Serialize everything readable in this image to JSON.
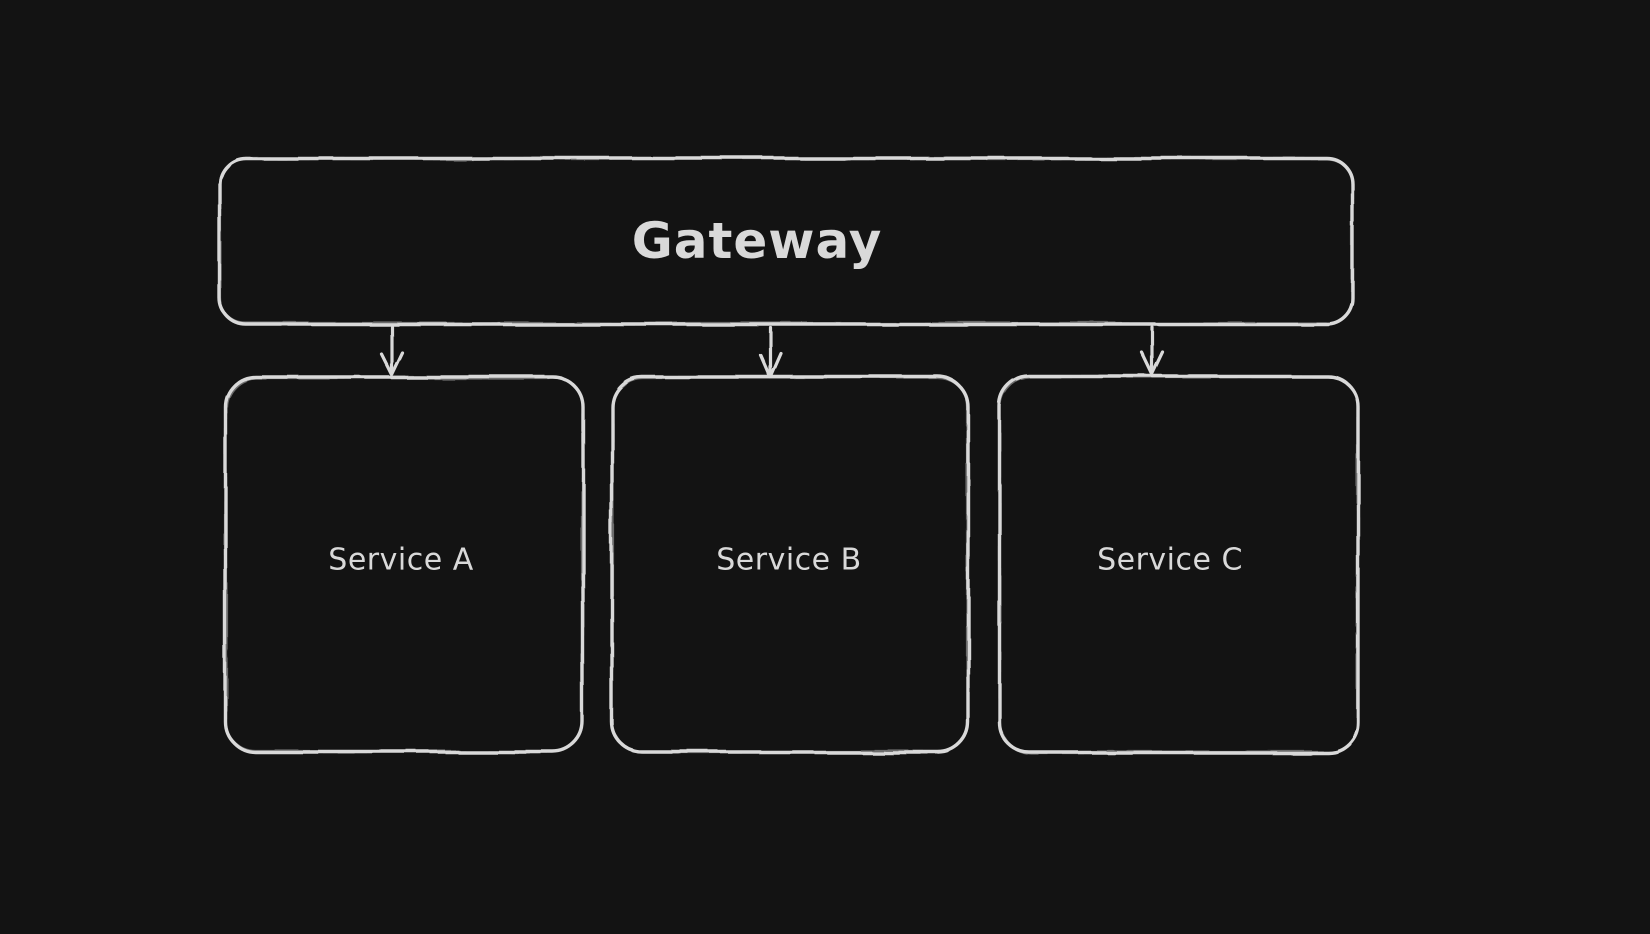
{
  "diagram": {
    "style": "hand-drawn-whiteboard-dark",
    "background_color": "#131313",
    "stroke_color": "#d9d9d9",
    "text_color": "#d9d9d9",
    "nodes": [
      {
        "id": "gateway",
        "label": "Gateway",
        "shape": "rounded-rectangle"
      },
      {
        "id": "service-a",
        "label": "Service A",
        "shape": "rounded-rectangle"
      },
      {
        "id": "service-b",
        "label": "Service B",
        "shape": "rounded-rectangle"
      },
      {
        "id": "service-c",
        "label": "Service C",
        "shape": "rounded-rectangle"
      }
    ],
    "edges": [
      {
        "from": "gateway",
        "to": "service-a",
        "style": "arrow",
        "direction": "down"
      },
      {
        "from": "gateway",
        "to": "service-b",
        "style": "arrow",
        "direction": "down"
      },
      {
        "from": "gateway",
        "to": "service-c",
        "style": "arrow",
        "direction": "down"
      }
    ]
  }
}
